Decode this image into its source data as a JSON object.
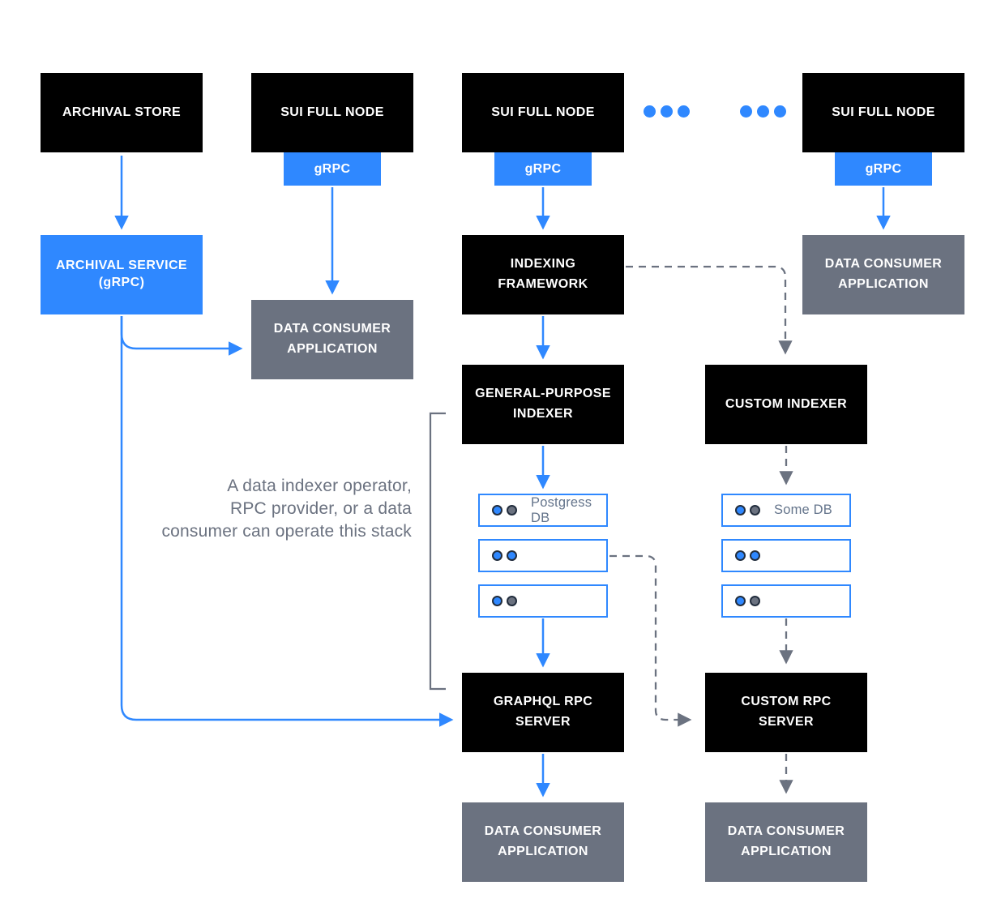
{
  "colors": {
    "accent_blue": "#2F88FF",
    "box_black": "#000000",
    "box_gray": "#6B7280",
    "dashed_connector_gray": "#6B7280",
    "db_border_blue": "#2F88FF",
    "db_dot_border": "#222D3D",
    "annotation_text_gray": "#6B7280",
    "background": "#FFFFFF"
  },
  "nodes": {
    "archival_store": {
      "label": "ARCHIVAL STORE"
    },
    "sui_full_node_1": {
      "label": "SUI FULL NODE",
      "port": "gRPC"
    },
    "sui_full_node_2": {
      "label": "SUI FULL NODE",
      "port": "gRPC"
    },
    "sui_full_node_3": {
      "label": "SUI FULL NODE",
      "port": "gRPC"
    },
    "archival_service": {
      "label": "ARCHIVAL SERVICE",
      "sublabel": "(gRPC)"
    },
    "data_consumer_app_left": {
      "label": "DATA CONSUMER APPLICATION"
    },
    "indexing_framework": {
      "label": "INDEXING FRAMEWORK"
    },
    "data_consumer_app_right": {
      "label": "DATA CONSUMER APPLICATION"
    },
    "general_purpose_indexer": {
      "label": "GENERAL-PURPOSE INDEXER"
    },
    "custom_indexer": {
      "label": "CUSTOM INDEXER"
    },
    "postgres_db": {
      "label": "Postgress DB"
    },
    "some_db": {
      "label": "Some DB"
    },
    "graphql_rpc_server": {
      "label": "GRAPHQL RPC SERVER"
    },
    "custom_rpc_server": {
      "label": "CUSTOM RPC SERVER"
    },
    "data_consumer_app_bottom_left": {
      "label": "DATA CONSUMER APPLICATION"
    },
    "data_consumer_app_bottom_right": {
      "label": "DATA CONSUMER APPLICATION"
    }
  },
  "annotation": {
    "lines": [
      "A data indexer operator,",
      "RPC provider, or a data",
      "consumer can operate this stack"
    ]
  }
}
